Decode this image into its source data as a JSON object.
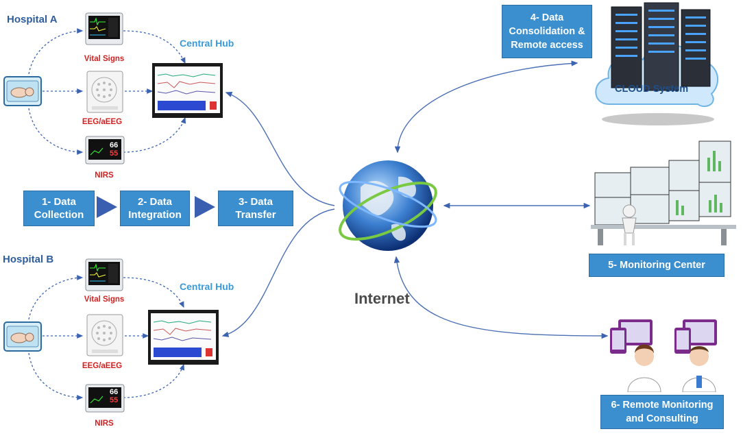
{
  "hospital_a": {
    "title": "Hospital A",
    "hub_label": "Central Hub",
    "devices": [
      "Vital Signs",
      "EEG/aEEG",
      "NIRS"
    ]
  },
  "hospital_b": {
    "title": "Hospital B",
    "hub_label": "Central Hub",
    "devices": [
      "Vital Signs",
      "EEG/aEEG",
      "NIRS"
    ]
  },
  "steps": {
    "s1": [
      "1- Data",
      "Collection"
    ],
    "s2": [
      "2- Data",
      "Integration"
    ],
    "s3": [
      "3- Data",
      "Transfer"
    ],
    "s4": [
      "4- Data",
      "Consolidation &",
      "Remote access"
    ],
    "s5": "5- Monitoring Center",
    "s6": [
      "6- Remote Monitoring",
      "and Consulting"
    ]
  },
  "internet_label": "Internet",
  "cloud_label": "CLOUD System",
  "monitor_readouts": {
    "top": "66",
    "bottom": "55"
  },
  "colors": {
    "step_box": "#3b8fcf",
    "arrow": "#4a6fb5",
    "device_label": "#d32020",
    "hub_label": "#3a9ad9",
    "hospital_label": "#2e5d9c"
  }
}
